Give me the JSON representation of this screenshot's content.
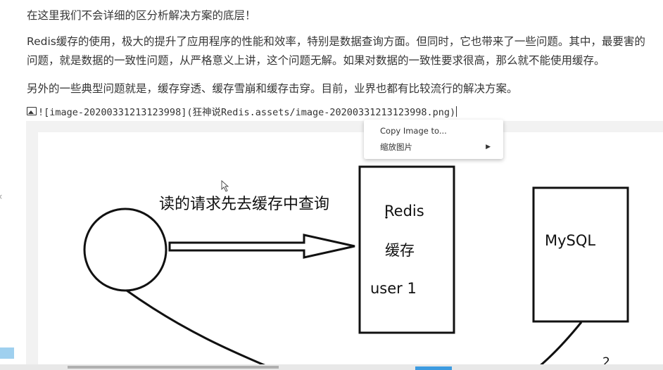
{
  "text": {
    "p1": "在这里我们不会详细的区分析解决方案的底层！",
    "p2_line1": "Redis缓存的使用，极大的提升了应用程序的性能和效率，特别是数据查询方面。但同时，它也带来了一些问题。其中，最要害的",
    "p2_line2": "问题，就是数据的一致性问题，从严格意义上讲，这个问题无解。如果对数据的一致性要求很高，那么就不能使用缓存。",
    "p3": "另外的一些典型问题就是，缓存穿透、缓存雪崩和缓存击穿。目前，业界也都有比较流行的解决方案。",
    "md_image_link": "![image-20200331213123998](狂神说Redis.assets/image-20200331213123998.png)"
  },
  "diagram": {
    "arrow_label": "读的请求先去缓存中查询",
    "redis_label": "Redis",
    "cache_label": "缓存",
    "user_label": "user 1",
    "mysql_label": "MySQL",
    "number_label": "2"
  },
  "context_menu": {
    "items": [
      {
        "label": "Copy Image to...",
        "has_submenu": false
      },
      {
        "label": "缩放图片",
        "has_submenu": true
      }
    ],
    "submenu_icon": "chevron-right-icon"
  },
  "icons": {
    "image": "image-icon",
    "left_nav": "chevron-left-icon"
  }
}
